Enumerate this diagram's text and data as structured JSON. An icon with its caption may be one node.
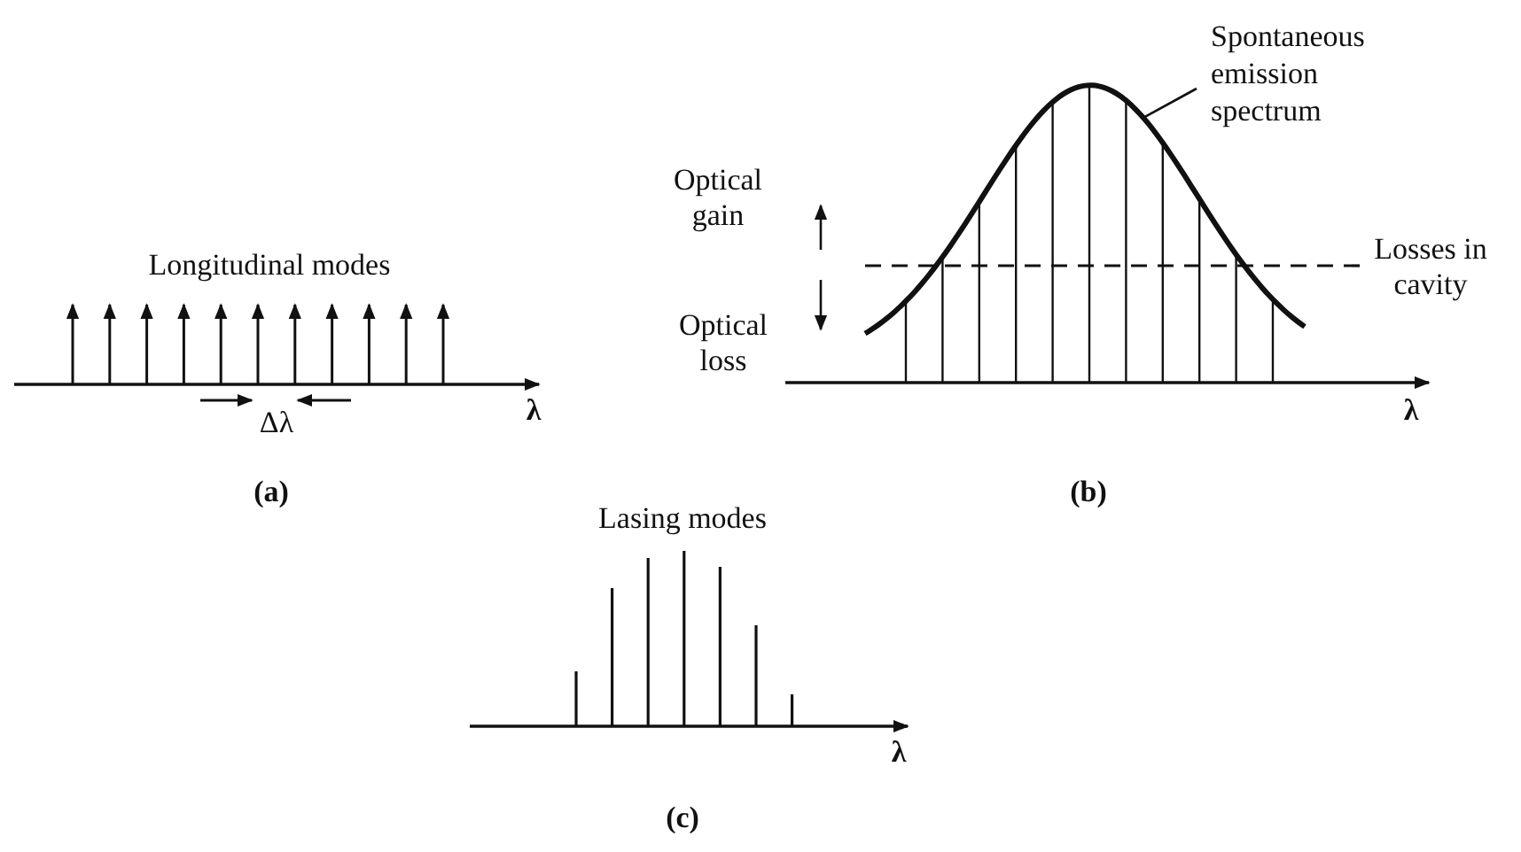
{
  "diagram": {
    "nodes": [
      {
        "text": [
          "Spontaneous emission spectrum"
        ]
      },
      {
        "text": [],
        "shape": "curve"
      }
    ],
    "edges": [
      {
        "from": 0,
        "to": 1,
        "arrow": "none"
      }
    ],
    "labels": [
      "Longitudinal modes",
      "Δλ",
      "λ",
      "(a)",
      "Optical gain",
      "Optical loss",
      "Losses in cavity",
      "λ",
      "(b)",
      "Lasing modes",
      "λ",
      "(c)"
    ]
  }
}
